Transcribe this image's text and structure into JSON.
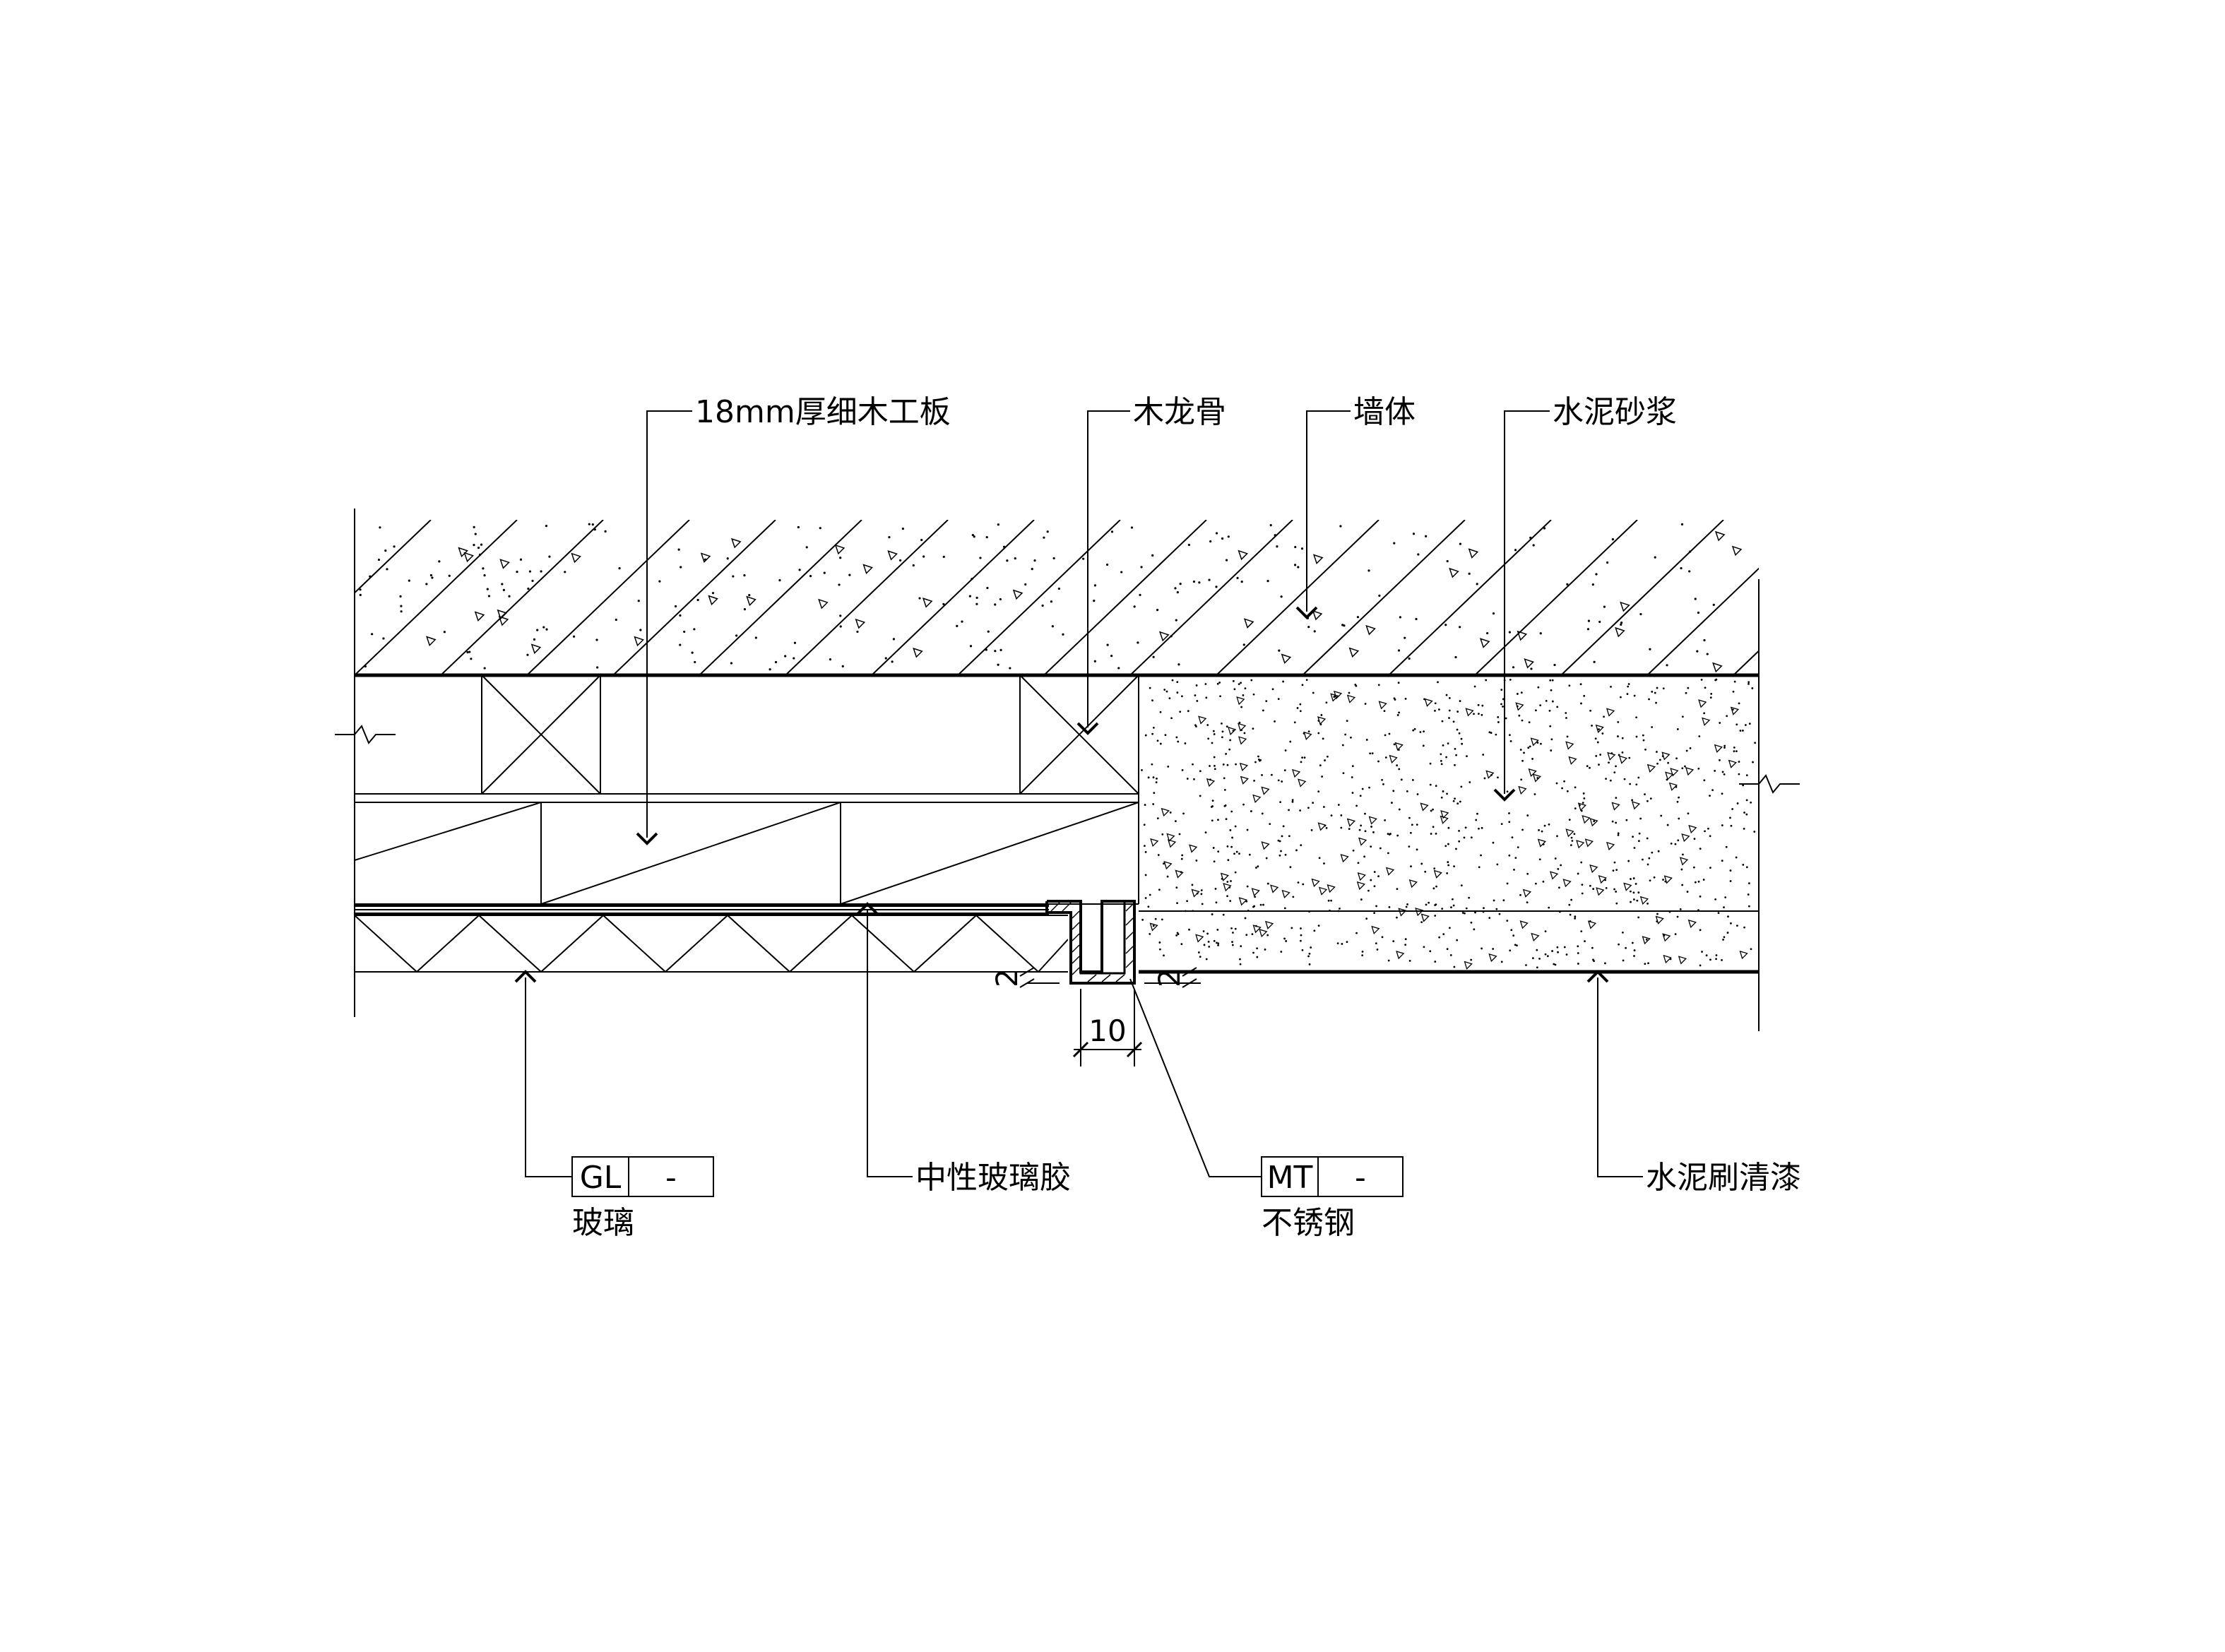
{
  "labels": {
    "board": "18mm厚细木工板",
    "keel": "木龙骨",
    "wall": "墙体",
    "mortar": "水泥砂浆",
    "glass_code": "GL",
    "glass_dash": "-",
    "glass_name": "玻璃",
    "sealant": "中性玻璃胶",
    "steel_code": "MT",
    "steel_dash": "-",
    "steel_name": "不锈钢",
    "paint": "水泥刷清漆"
  },
  "dimensions": {
    "gap_left": "2",
    "gap_right": "2",
    "channel_width": "10"
  }
}
